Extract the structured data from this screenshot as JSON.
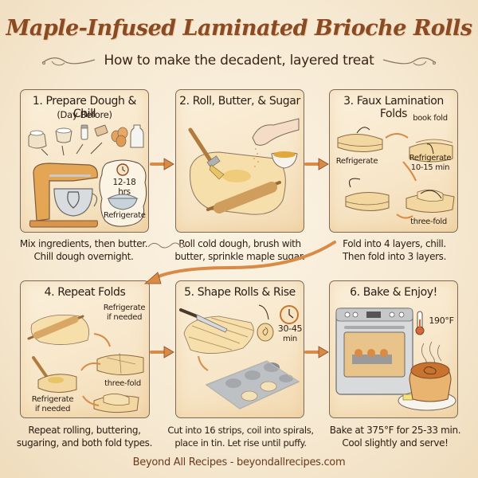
{
  "header": {
    "title": "Maple-Infused Laminated Brioche Rolls",
    "subtitle": "How to make the decadent, layered treat"
  },
  "steps": [
    {
      "title": "1. Prepare Dough & Chill",
      "subtitle": "(Day Before)",
      "labels": {
        "time": "12-18 hrs",
        "refrigerate": "Refrigerate"
      },
      "icons": [
        "flour-sack-icon",
        "flour-bowl-icon",
        "salt-shaker-icon",
        "yeast-packet-icon",
        "eggs-icon",
        "milk-bottle-icon",
        "stand-mixer-icon",
        "clock-icon",
        "covered-bowl-icon"
      ],
      "caption": [
        "Mix ingredients, then butter.",
        "Chill dough overnight."
      ]
    },
    {
      "title": "2. Roll, Butter, & Sugar",
      "icons": [
        "pastry-brush-icon",
        "hand-sprinkling-icon",
        "maple-sugar-bowl-icon",
        "dough-sheet-icon",
        "rolling-pin-icon"
      ],
      "caption": [
        "Roll cold dough, brush with",
        "butter, sprinkle maple sugar."
      ]
    },
    {
      "title": "3. Faux Lamination Folds",
      "labels": {
        "book_fold": "book fold",
        "refrigerate": "Refrigerate",
        "refrigerate_time": "Refrigerate",
        "refrigerate_duration": "10-15 min",
        "three_fold": "three-fold"
      },
      "icons": [
        "folded-dough-icon",
        "book-fold-icon",
        "three-fold-icon",
        "fold-arrow-icon"
      ],
      "caption": [
        "Fold into 4 layers, chill.",
        "Then fold into 3 layers."
      ]
    },
    {
      "title": "4. Repeat Folds",
      "labels": {
        "refrigerate_top_1": "Refrigerate",
        "refrigerate_top_2": "if needed",
        "three_fold": "three-fold",
        "refrigerate_bottom_1": "Refrigerate",
        "refrigerate_bottom_2": "if needed"
      },
      "icons": [
        "rolling-pin-icon",
        "folded-dough-icon",
        "pastry-brush-icon",
        "three-fold-icon"
      ],
      "caption": [
        "Repeat rolling, buttering,",
        "sugaring, and both fold types."
      ]
    },
    {
      "title": "5. Shape Rolls & Rise",
      "labels": {
        "time": "30-45",
        "unit": "min"
      },
      "icons": [
        "knife-icon",
        "dough-strips-icon",
        "coiled-roll-icon",
        "clock-icon",
        "muffin-tin-icon"
      ],
      "caption": [
        "Cut into 16 strips, coil into spirals,",
        "place in tin. Let rise until puffy."
      ]
    },
    {
      "title": "6. Bake & Enjoy!",
      "labels": {
        "temperature": "190°F"
      },
      "icons": [
        "oven-icon",
        "thermometer-icon",
        "steam-icon",
        "brioche-roll-icon",
        "plate-icon",
        "butter-pat-icon"
      ],
      "caption": [
        "Bake at 375°F for 25-33 min.",
        "Cool slightly and serve!"
      ]
    }
  ],
  "footer": {
    "text": "Beyond All Recipes - beyondallrecipes.com"
  },
  "colors": {
    "background": "#f6e9d2",
    "title": "#8a4a24",
    "arrow": "#d98a45",
    "card_border": "#7b6a5a",
    "text": "#2b1d12",
    "footer": "#6b3a1c"
  }
}
